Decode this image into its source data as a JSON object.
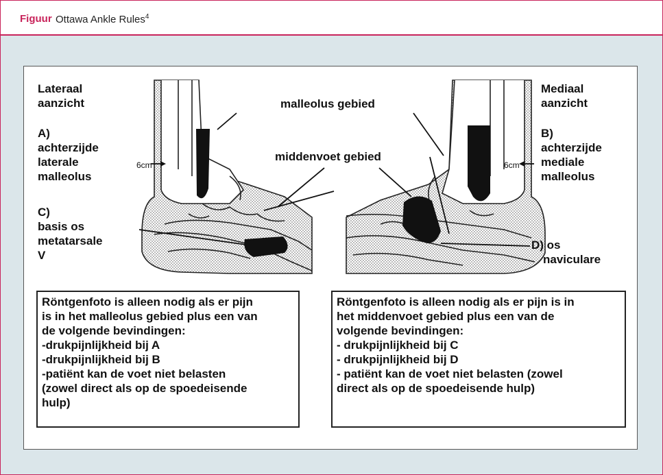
{
  "header": {
    "label": "Figuur",
    "title": "Ottawa Ankle Rules",
    "ref": "4"
  },
  "diagram": {
    "left_view": {
      "line1": "Lateraal",
      "line2": "aanzicht"
    },
    "right_view": {
      "line1": "Mediaal",
      "line2": "aanzicht"
    },
    "malleolus_label": "malleolus gebied",
    "midfoot_label": "middenvoet gebied",
    "point_a": [
      "A)",
      "achterzijde",
      "laterale",
      "malleolus"
    ],
    "point_b": [
      "B)",
      "achterzijde",
      "mediale",
      "malleolus"
    ],
    "point_c": [
      "C)",
      "basis os",
      "metatarsale",
      "V"
    ],
    "point_d": [
      "D) os",
      "naviculare"
    ],
    "measure_left": "6cm",
    "measure_right": "6cm"
  },
  "captions": {
    "left": [
      "Röntgenfoto is alleen nodig als er pijn",
      "is in het malleolus gebied plus een van",
      "de volgende bevindingen:",
      "-drukpijnlijkheid bij A",
      "-drukpijnlijkheid bij B",
      "-patiënt kan de voet niet belasten",
      "(zowel direct als op de spoedeisende",
      "hulp)"
    ],
    "right": [
      "Röntgenfoto is alleen nodig als er pijn is in",
      "het middenvoet gebied plus een van de",
      "volgende bevindingen:",
      "- drukpijnlijkheid bij C",
      "- drukpijnlijkheid bij D",
      "- patiënt kan de voet niet belasten (zowel",
      "direct als op de spoedeisende hulp)"
    ]
  }
}
